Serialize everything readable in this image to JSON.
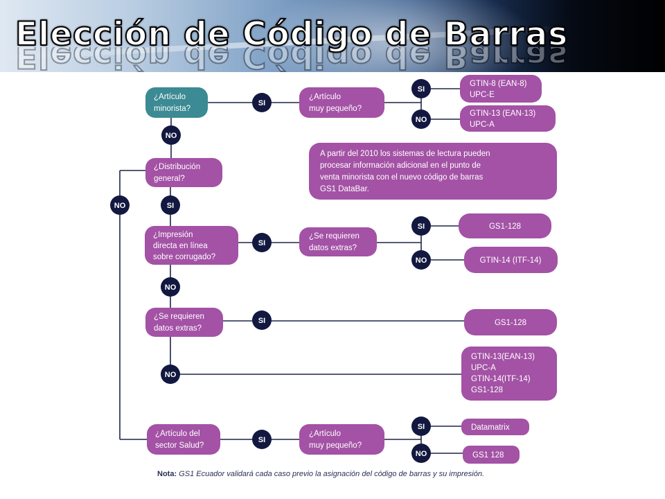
{
  "title": "Elección de Código de Barras",
  "colors": {
    "purple": "#a352a5",
    "teal": "#3c8a93",
    "navy": "#12183f",
    "line": "#1e2547",
    "note_text": "#2a2f55"
  },
  "flow": {
    "q_minorista": [
      "¿Artículo",
      "minorista?"
    ],
    "q_pequeno_1": [
      "¿Artículo",
      "muy pequeño?"
    ],
    "r_gtin8": [
      "GTIN-8 (EAN-8)",
      "UPC-E"
    ],
    "r_gtin13": [
      "GTIN-13 (EAN-13)",
      "UPC-A"
    ],
    "info_box": [
      "A partir del 2010 los sistemas de lectura pueden",
      "procesar información adicional en el punto de",
      "venta minorista con el nuevo código de barras",
      "GS1 DataBar."
    ],
    "q_distribucion": [
      "¿Distribución",
      "general?"
    ],
    "q_impresion": [
      "¿Impresión",
      "directa en línea",
      "sobre corrugado?"
    ],
    "q_datos_1": [
      "¿Se requieren",
      "datos extras?"
    ],
    "r_gs1_128_a": "GS1-128",
    "r_itf14": "GTIN-14 (ITF-14)",
    "q_datos_2": [
      "¿Se requieren",
      "datos extras?"
    ],
    "r_gs1_128_b": "GS1-128",
    "r_multi": [
      "GTIN-13(EAN-13)",
      "UPC-A",
      "GTIN-14(ITF-14)",
      "GS1-128"
    ],
    "q_salud": [
      "¿Artículo del",
      "sector Salud?"
    ],
    "q_pequeno_2": [
      "¿Artículo",
      "muy pequeño?"
    ],
    "r_datamatrix": "Datamatrix",
    "r_gs1_128_c": "GS1 128",
    "si": "SI",
    "no": "NO"
  },
  "note": {
    "label": "Nota:",
    "text": "GS1 Ecuador validará cada caso previo la asignación del código de barras y su impresión."
  }
}
